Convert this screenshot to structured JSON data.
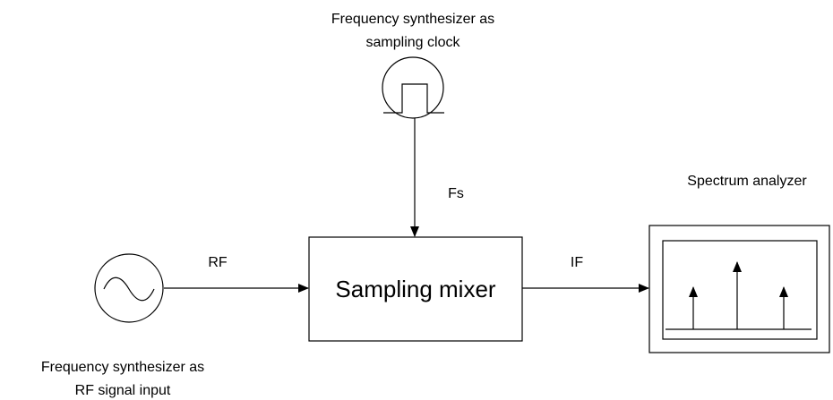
{
  "clock_source": {
    "caption_line1": "Frequency synthesizer as",
    "caption_line2": "sampling clock",
    "icon": "square-pulse-icon"
  },
  "rf_source": {
    "caption_line1": "Frequency synthesizer as",
    "caption_line2": "RF signal input",
    "icon": "sine-wave-icon"
  },
  "mixer": {
    "label": "Sampling mixer"
  },
  "analyzer": {
    "caption": "Spectrum analyzer",
    "icon": "spectrum-display-icon"
  },
  "signals": {
    "clock": "Fs",
    "rf": "RF",
    "if": "IF"
  }
}
